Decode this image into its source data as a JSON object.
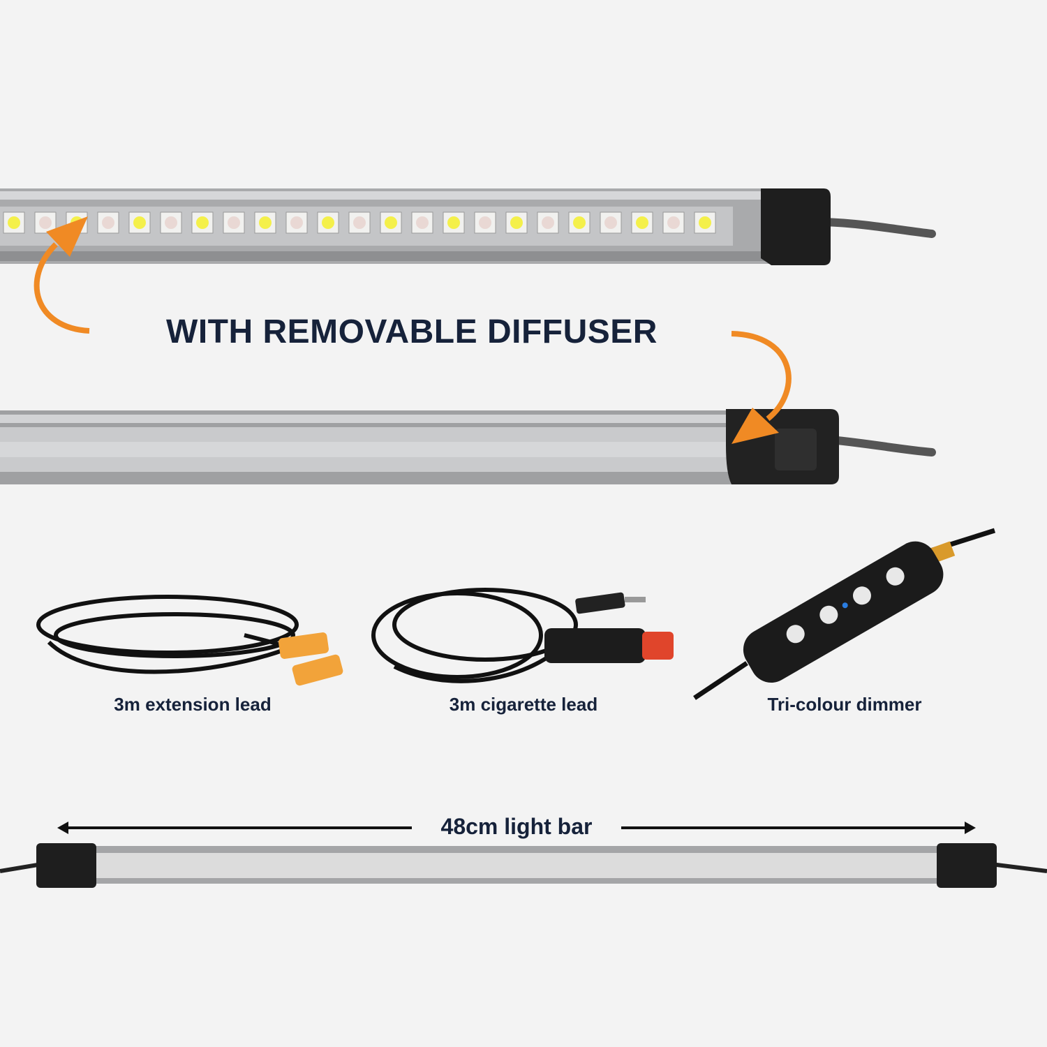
{
  "headline": "WITH REMOVABLE DIFFUSER",
  "accessories": [
    {
      "label": "3m extension lead",
      "icon": "extension-lead"
    },
    {
      "label": "3m cigarette lead",
      "icon": "cigarette-lead"
    },
    {
      "label": "Tri-colour dimmer",
      "icon": "dimmer"
    }
  ],
  "dimension": {
    "label": "48cm light bar"
  },
  "colors": {
    "background": "#f3f3f3",
    "text": "#16223a",
    "accent": "#f08a24",
    "connector": "#f2a33a",
    "plug_tip": "#e0452b"
  }
}
